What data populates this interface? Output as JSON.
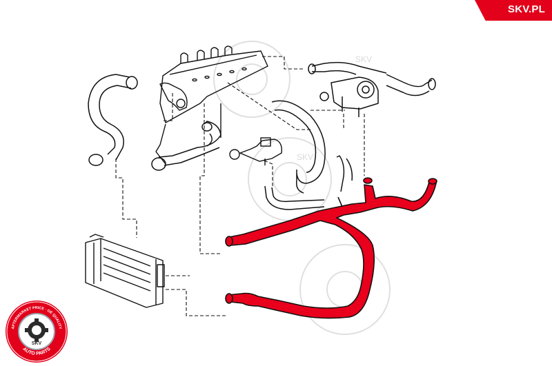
{
  "brand": {
    "logo_text": "SKV.PL",
    "color": "#e2001a"
  },
  "seal": {
    "text_top": "AFTERMARKET PRICE · OE QUALITY",
    "text_bottom": "AUTO PARTS",
    "center": "SKV",
    "color": "#e2001a"
  },
  "watermark": {
    "text": "SKV"
  },
  "diagram": {
    "line_color": "#111111",
    "highlight_color": "#e8001c",
    "highlight_part": "coolant-hose-assembly"
  }
}
